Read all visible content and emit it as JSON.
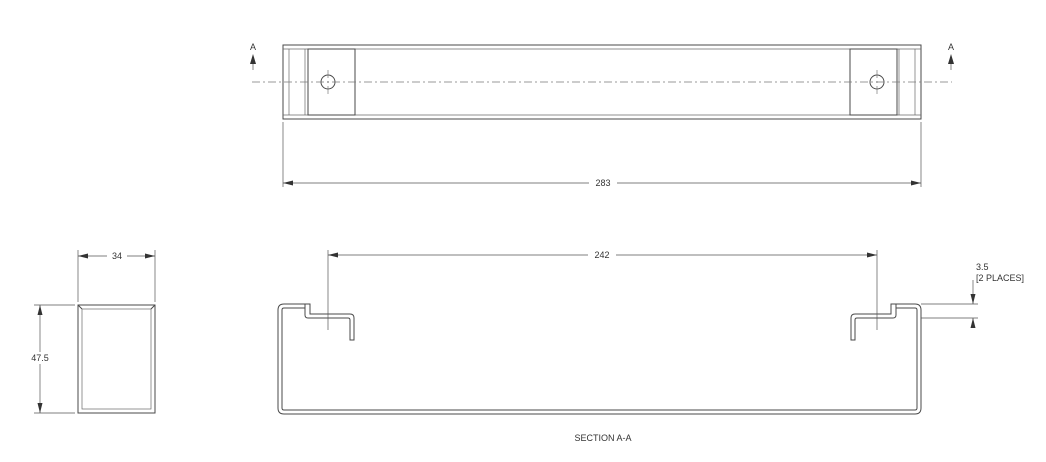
{
  "section_marks": {
    "left": "A",
    "right": "A"
  },
  "dimensions": {
    "overall_length": "283",
    "hole_spacing": "242",
    "end_width": "34",
    "end_height": "47.5",
    "lip_depth": "3.5",
    "lip_note": "[2 PLACES]"
  },
  "section_label": "SECTION A-A"
}
